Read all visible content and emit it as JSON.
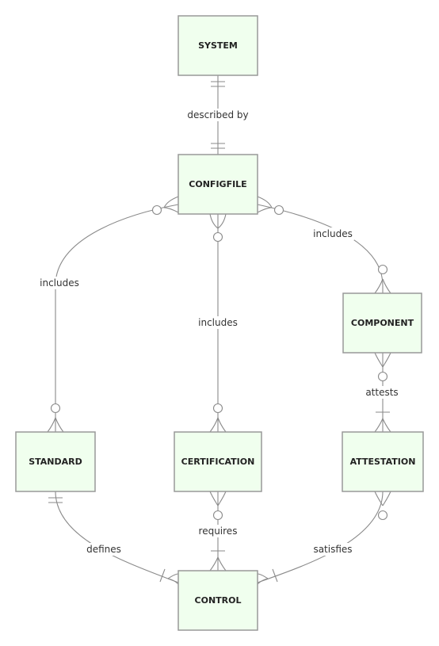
{
  "diagram": {
    "entities": [
      {
        "id": "system",
        "label": "SYSTEM"
      },
      {
        "id": "configfile",
        "label": "CONFIGFILE"
      },
      {
        "id": "component",
        "label": "COMPONENT"
      },
      {
        "id": "standard",
        "label": "STANDARD"
      },
      {
        "id": "certification",
        "label": "CERTIFICATION"
      },
      {
        "id": "attestation",
        "label": "ATTESTATION"
      },
      {
        "id": "control",
        "label": "CONTROL"
      }
    ],
    "relationships": [
      {
        "id": "system-configfile",
        "from": "system",
        "to": "configfile",
        "label": "described by",
        "from_card": "exactly-one",
        "to_card": "exactly-one"
      },
      {
        "id": "configfile-standard",
        "from": "configfile",
        "to": "standard",
        "label": "includes",
        "from_card": "zero-or-many",
        "to_card": "zero-or-many"
      },
      {
        "id": "configfile-certification",
        "from": "configfile",
        "to": "certification",
        "label": "includes",
        "from_card": "zero-or-many",
        "to_card": "zero-or-many"
      },
      {
        "id": "configfile-component",
        "from": "configfile",
        "to": "component",
        "label": "includes",
        "from_card": "zero-or-many",
        "to_card": "zero-or-many"
      },
      {
        "id": "component-attestation",
        "from": "component",
        "to": "attestation",
        "label": "attests",
        "from_card": "zero-or-many",
        "to_card": "one-or-many"
      },
      {
        "id": "standard-control",
        "from": "standard",
        "to": "control",
        "label": "defines",
        "from_card": "exactly-one",
        "to_card": "one-or-many"
      },
      {
        "id": "certification-control",
        "from": "certification",
        "to": "control",
        "label": "requires",
        "from_card": "zero-or-many",
        "to_card": "one-or-many"
      },
      {
        "id": "attestation-control",
        "from": "attestation",
        "to": "control",
        "label": "satisfies",
        "from_card": "zero-or-many",
        "to_card": "one-or-many"
      }
    ]
  }
}
